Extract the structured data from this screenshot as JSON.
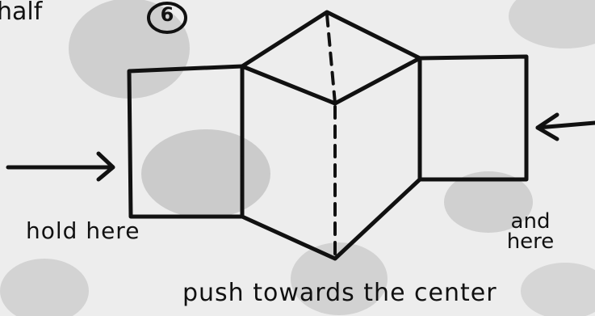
{
  "diagram": {
    "step_label": "half",
    "step_number": "6",
    "labels": {
      "hold_here": "hold here",
      "and_here_line1": "and",
      "and_here_line2": "here",
      "caption": "push towards the center"
    },
    "colors": {
      "ink": "#111111",
      "paper": "#ededed",
      "blot": "#c9c9c9"
    },
    "icons": [
      "arrow-right-icon",
      "arrow-left-icon",
      "circled-number-icon"
    ]
  }
}
